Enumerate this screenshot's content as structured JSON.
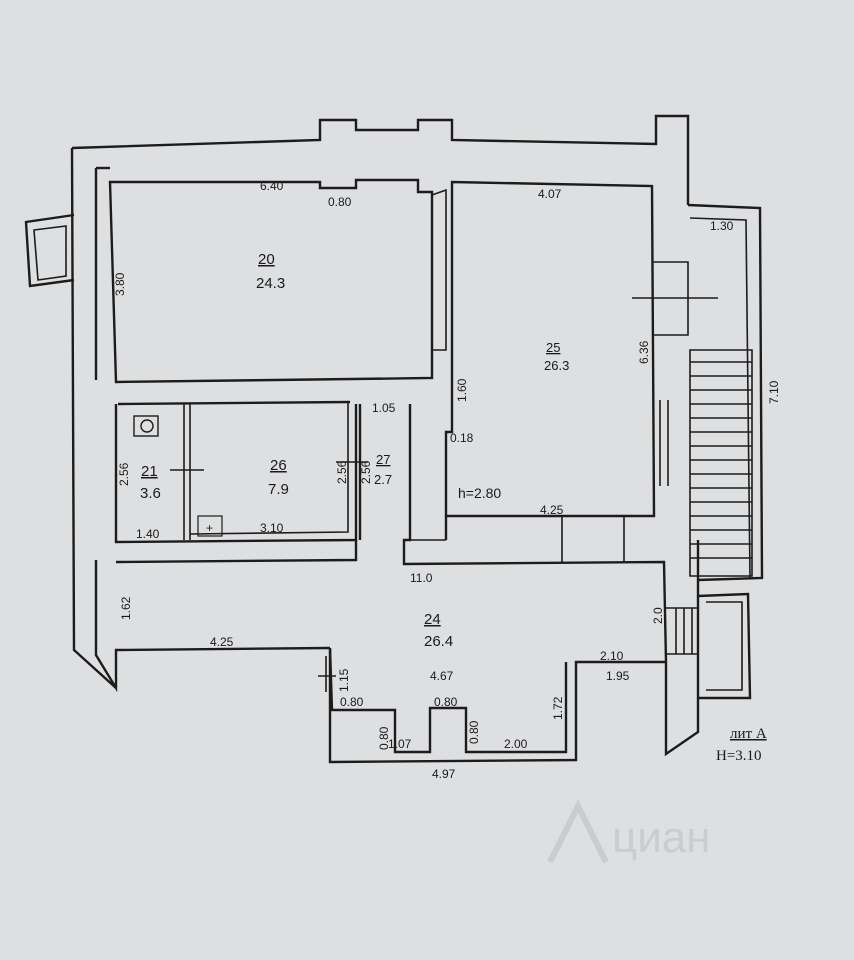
{
  "rooms": [
    {
      "number": "20",
      "area": "24.3"
    },
    {
      "number": "25",
      "area": "26.3"
    },
    {
      "number": "21",
      "area": "3.6"
    },
    {
      "number": "26",
      "area": "7.9"
    },
    {
      "number": "27",
      "area": "2.7"
    },
    {
      "number": "24",
      "area": "26.4"
    }
  ],
  "dimensions": {
    "d640": "6.40",
    "d080a": "0.80",
    "d407": "4.07",
    "d130": "1.30",
    "d380": "3.80",
    "d636": "6.36",
    "d710": "7.10",
    "d160": "1.60",
    "d018": "0.18",
    "d105": "1.05",
    "d256a": "2.56",
    "d256b": "2.56",
    "d256c": "2.56",
    "d280": "h=2.80",
    "d425a": "4.25",
    "d140": "1.40",
    "d310": "3.10",
    "d110": "11.0",
    "d162": "1.62",
    "d20": "2.0",
    "d425b": "4.25",
    "d115": "1.15",
    "d467": "4.67",
    "d210": "2.10",
    "d195": "1.95",
    "d080b": "0.80",
    "d080c": "0.80",
    "d080d": "0.80",
    "d080e": "0.80",
    "d172": "1.72",
    "d107": "1.07",
    "d200": "2.00",
    "d497": "4.97"
  },
  "legend": {
    "lit": "лит А",
    "height": "H=3.10"
  },
  "watermark": {
    "logo": "циан"
  }
}
